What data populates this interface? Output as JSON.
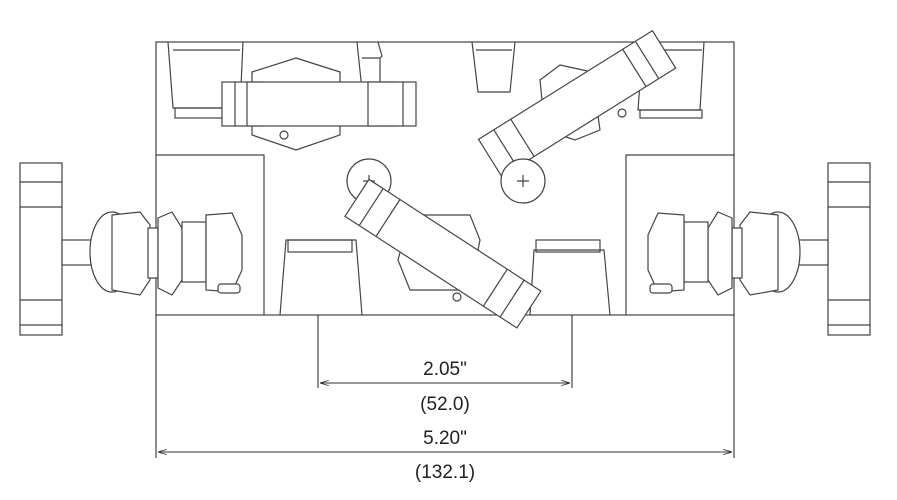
{
  "dimensions": {
    "inner_in": "2.05\"",
    "inner_mm": "(52.0)",
    "overall_in": "5.20\"",
    "overall_mm": "(132.1)"
  },
  "colors": {
    "line": "#444444",
    "background": "#ffffff"
  }
}
